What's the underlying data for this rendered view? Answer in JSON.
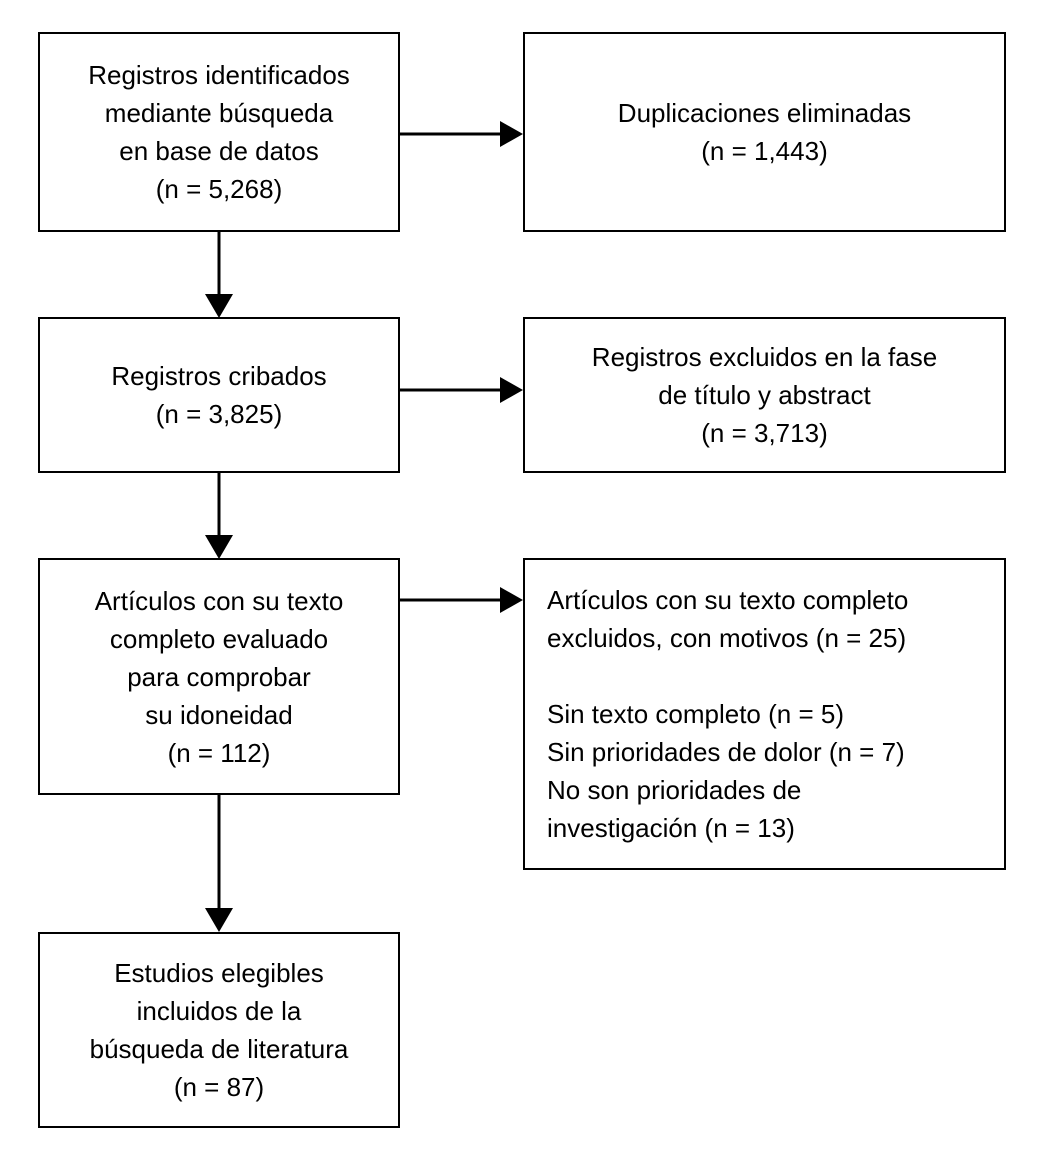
{
  "diagram": {
    "type": "prisma-flow-diagram",
    "language": "es",
    "background_color": "#ffffff",
    "line_color": "#000000",
    "text_color": "#000000"
  },
  "nodes": {
    "identified": {
      "name": "Registros identificados mediante busqueda en base de datos",
      "align": "center",
      "lines": [
        "Registros identificados",
        "mediante búsqueda",
        "en base de datos",
        "(n = 5,268)"
      ],
      "count_label": "(n = 5,268)",
      "count": 5268
    },
    "duplicates_removed": {
      "name": "Duplicaciones eliminadas",
      "align": "center",
      "lines": [
        "Duplicaciones eliminadas",
        "(n = 1,443)"
      ],
      "count_label": "(n = 1,443)",
      "count": 1443
    },
    "screened": {
      "name": "Registros cribados",
      "align": "center",
      "lines": [
        "Registros cribados",
        "(n = 3,825)"
      ],
      "count_label": "(n = 3,825)",
      "count": 3825
    },
    "excluded_title_abstract": {
      "name": "Registros excluidos en la fase de titulo y abstract",
      "align": "center",
      "lines": [
        "Registros excluidos en la fase",
        "de título y abstract",
        "(n = 3,713)"
      ],
      "count_label": "(n = 3,713)",
      "count": 3713
    },
    "fulltext_assessed": {
      "name": "Articulos con su texto completo evaluado para comprobar su idoneidad",
      "align": "center",
      "lines": [
        "Artículos con su texto",
        "completo evaluado",
        "para comprobar",
        "su idoneidad",
        "(n = 112)"
      ],
      "count_label": "(n = 112)",
      "count": 112
    },
    "fulltext_excluded": {
      "name": "Articulos con su texto completo excluidos, con motivos",
      "align": "left",
      "lines": [
        "Artículos con su texto completo",
        "excluidos, con motivos (n = 25)",
        "",
        "Sin texto completo (n = 5)",
        "Sin prioridades de dolor (n = 7)",
        "No son prioridades de",
        "investigación (n = 13)"
      ],
      "count": 25,
      "reasons": [
        {
          "label": "Sin texto completo",
          "count_label": "(n = 5)",
          "count": 5
        },
        {
          "label": "Sin prioridades de dolor",
          "count_label": "(n = 7)",
          "count": 7
        },
        {
          "label": "No son prioridades de investigación",
          "count_label": "(n = 13)",
          "count": 13
        }
      ]
    },
    "included": {
      "name": "Estudios elegibles incluidos de la busqueda de literatura",
      "align": "center",
      "lines": [
        "Estudios elegibles",
        "incluidos de la",
        "búsqueda de literatura",
        "(n = 87)"
      ],
      "count_label": "(n = 87)",
      "count": 87
    }
  },
  "connectors": [
    {
      "id": "identified-duplicates",
      "from": "identified",
      "to": "duplicates_removed",
      "direction": "right"
    },
    {
      "id": "identified-screened",
      "from": "identified",
      "to": "screened",
      "direction": "down"
    },
    {
      "id": "screened-excluded",
      "from": "screened",
      "to": "excluded_title_abstract",
      "direction": "right"
    },
    {
      "id": "screened-fulltext",
      "from": "screened",
      "to": "fulltext_assessed",
      "direction": "down"
    },
    {
      "id": "fulltext-excluded",
      "from": "fulltext_assessed",
      "to": "fulltext_excluded",
      "direction": "right"
    },
    {
      "id": "fulltext-included",
      "from": "fulltext_assessed",
      "to": "included",
      "direction": "down"
    }
  ]
}
